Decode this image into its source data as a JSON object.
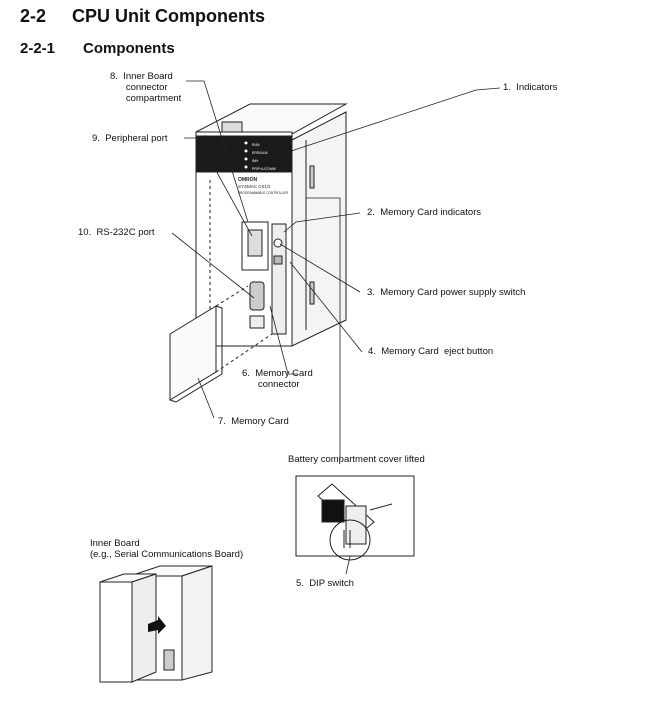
{
  "section": {
    "number": "2-2",
    "title": "CPU Unit Components"
  },
  "subsection": {
    "number": "2-2-1",
    "title": "Components"
  },
  "callouts": {
    "inner_board_compartment": "8.  Inner Board\n      connector\n      compartment",
    "peripheral_port": "9.  Peripheral port",
    "indicators": "1.  Indicators",
    "memory_card_indicators": "2.  Memory Card indicators",
    "rs232c_port": "10.  RS-232C port",
    "memory_card_power_switch": "3.  Memory Card power supply switch",
    "memory_card_eject_button": "4.  Memory Card  eject button",
    "memory_card_connector": "6.  Memory Card\n      connector",
    "memory_card": "7.  Memory Card",
    "battery_cover": "Battery compartment cover lifted",
    "dip_switch": "5.  DIP switch",
    "inner_board": "Inner Board\n(e.g., Serial Communications Board)"
  },
  "unit_markings": {
    "brand": "OMRON",
    "model": "SYSMAC CS1G",
    "sub": "PROGRAMMABLE CONTROLLER",
    "led_labels": [
      "RUN",
      "ERR/ALM",
      "INH",
      "PRPHL/COMM"
    ]
  }
}
